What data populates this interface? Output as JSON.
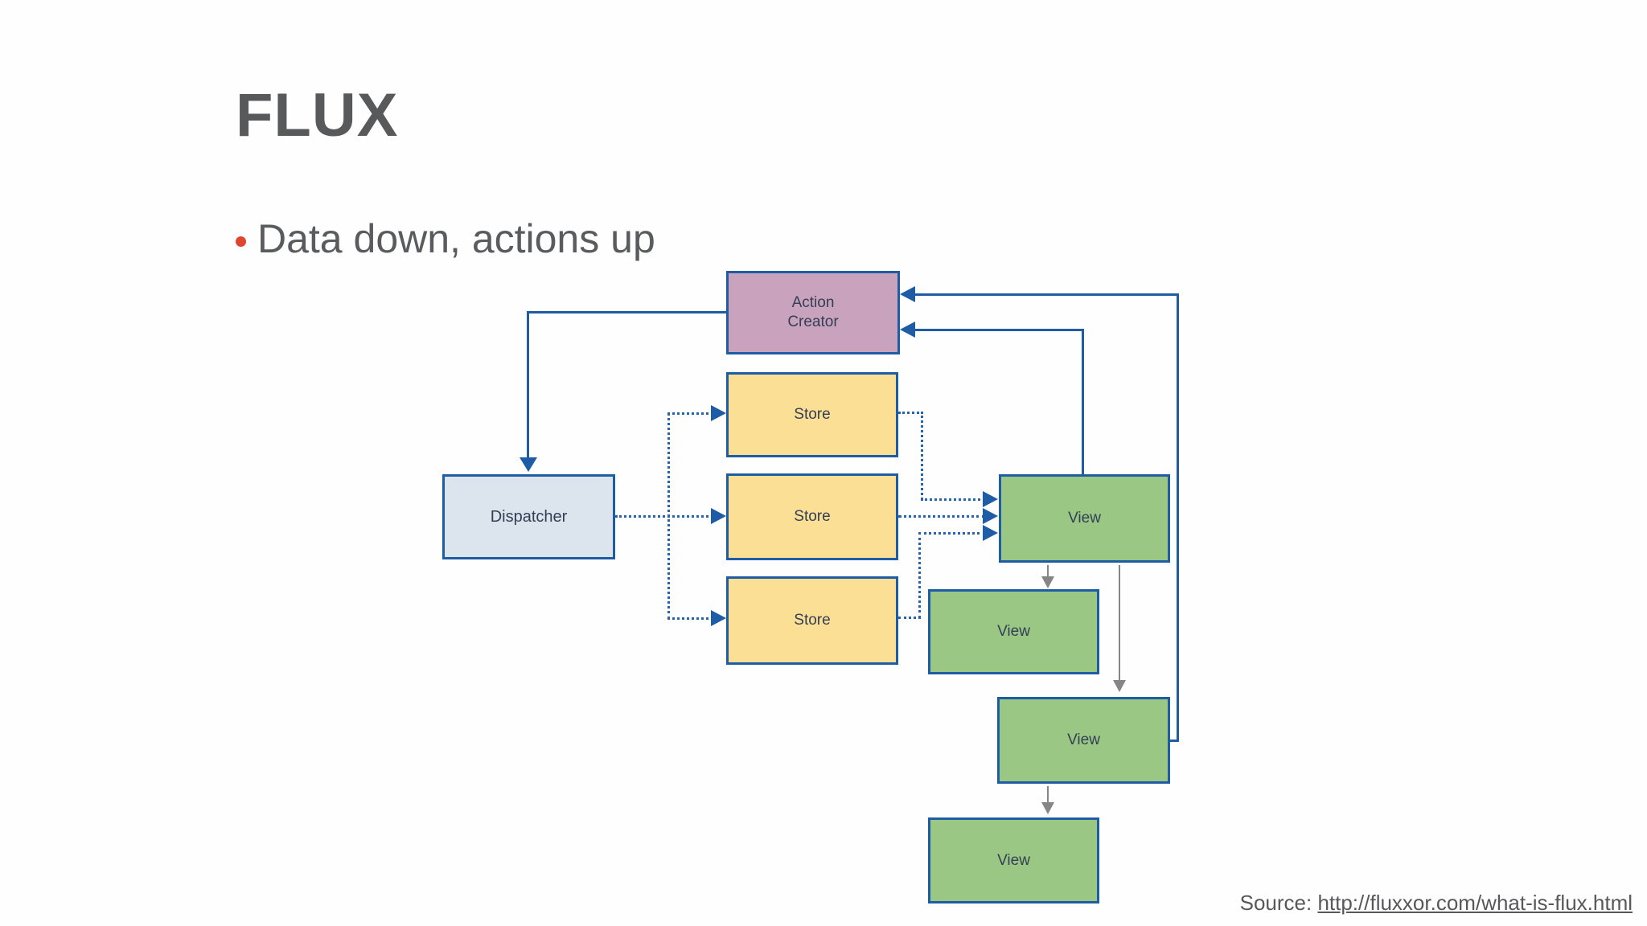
{
  "slide": {
    "title": "FLUX",
    "bullet": "Data down, actions up",
    "source": {
      "prefix": "Source: ",
      "link": "http://fluxxor.com/what-is-flux.html"
    }
  },
  "diagram": {
    "nodes": {
      "action_creator": {
        "label": "Action\nCreator"
      },
      "dispatcher": {
        "label": "Dispatcher"
      },
      "store1": {
        "label": "Store"
      },
      "store2": {
        "label": "Store"
      },
      "store3": {
        "label": "Store"
      },
      "view1": {
        "label": "View"
      },
      "view2": {
        "label": "View"
      },
      "view3": {
        "label": "View"
      },
      "view4": {
        "label": "View"
      }
    },
    "colors": {
      "action_creator_fill": "#C9A2BD",
      "store_fill": "#FBDF95",
      "dispatcher_fill": "#DCE5EE",
      "view_fill": "#9BC785",
      "node_border": "#1E5CA6",
      "solid_edge": "#1E5CA6",
      "dotted_edge": "#2563AE",
      "gray_edge": "#868686",
      "bullet_dot": "#E0462F",
      "title_text": "#58595B"
    }
  }
}
